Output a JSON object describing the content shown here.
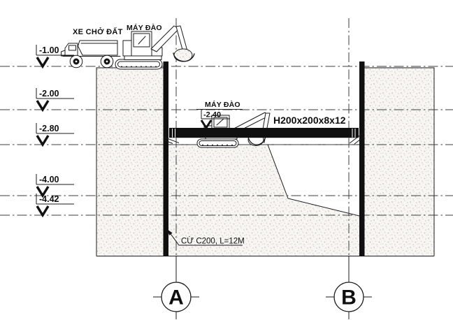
{
  "equipment": {
    "truck_label": "XE CHỞ ĐẤT",
    "excavator_surface_label": "MÁY ĐÀO",
    "excavator_pit_label": "MÁY ĐÀO"
  },
  "elevation_markers": [
    {
      "label": "-1.00"
    },
    {
      "label": "-2.00"
    },
    {
      "label": "-2.80"
    },
    {
      "label": "-4.00"
    },
    {
      "label": "-4.42"
    }
  ],
  "pit_bench_elevation": {
    "label": "-2.40"
  },
  "annotations": {
    "strut_beam_label": "H200x200x8x12",
    "sheet_pile_label": "CỪ C200, L=12M"
  },
  "grid_axes": [
    {
      "label": "A"
    },
    {
      "label": "B"
    }
  ],
  "colors": {
    "line": "#1b1b1b",
    "centerline": "#3d3d3d",
    "steel_fill": "#101010",
    "soil_dot": "#c7c2ba",
    "background": "#ffffff"
  }
}
